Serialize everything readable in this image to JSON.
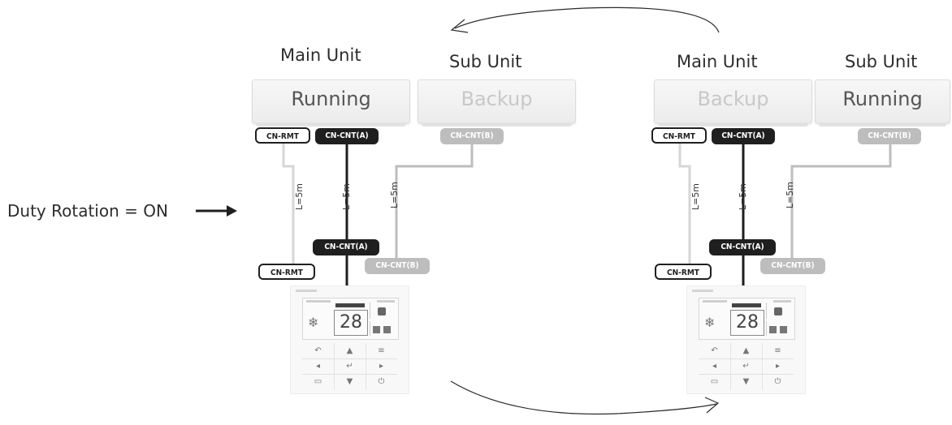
{
  "left_label": "Duty Rotation = ON",
  "panels": [
    {
      "main_title": "Main Unit",
      "sub_title": "Sub Unit",
      "main_status": "Running",
      "sub_status": "Backup",
      "tags": {
        "rmt_top": "CN-RMT",
        "cnta_top": "CN-CNT(A)",
        "cntb_top": "CN-CNT(B)",
        "rmt_bottom": "CN-RMT",
        "cnta_bottom": "CN-CNT(A)",
        "cntb_bottom": "CN-CNT(B)"
      },
      "lengths": [
        "L=5m",
        "L=5m",
        "L=5m"
      ],
      "remote_temp": "28"
    },
    {
      "main_title": "Main Unit",
      "sub_title": "Sub Unit",
      "main_status": "Backup",
      "sub_status": "Running",
      "tags": {
        "rmt_top": "CN-RMT",
        "cnta_top": "CN-CNT(A)",
        "cntb_top": "CN-CNT(B)",
        "rmt_bottom": "CN-RMT",
        "cnta_bottom": "CN-CNT(A)",
        "cntb_bottom": "CN-CNT(B)"
      },
      "lengths": [
        "L=5m",
        "L=5m",
        "L=5m"
      ],
      "remote_temp": "28"
    }
  ],
  "colors": {
    "black_wire": "#1f1f1f",
    "grey_wire": "#bdbdbd",
    "light_wire": "#d6d6d6",
    "running_text": "#555555",
    "backup_text": "#c8c8c8"
  },
  "icons": [
    "right-arrow-icon",
    "curved-arrow-top-icon",
    "curved-arrow-bottom-icon",
    "snowflake-icon",
    "fan-icon"
  ]
}
